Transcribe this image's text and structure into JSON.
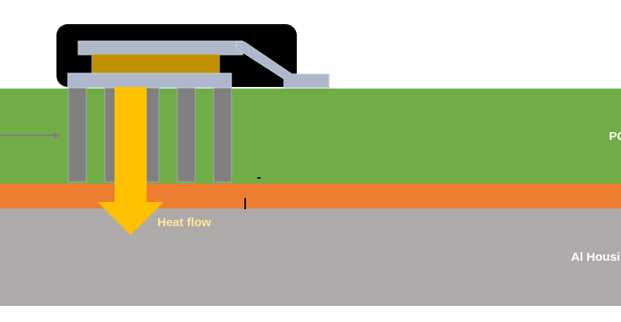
{
  "labels": {
    "pcb": "PC",
    "housing": "Al Housi",
    "heat_flow": "Heat flow"
  },
  "colors": {
    "pcb_green": "#70ad47",
    "thermal_interface_orange": "#ed7d31",
    "housing_gray": "#aeaaaa",
    "leadframe_blue_gray": "#adb9ca",
    "die_gold": "#bf9000",
    "package_black": "#000000",
    "via_gray": "#808080",
    "heat_arrow_yellow": "#ffc000",
    "heat_label_text": "#ffe699",
    "layer_label_text": "#ffffff",
    "pointer_arrow": "#7f7f7f"
  }
}
